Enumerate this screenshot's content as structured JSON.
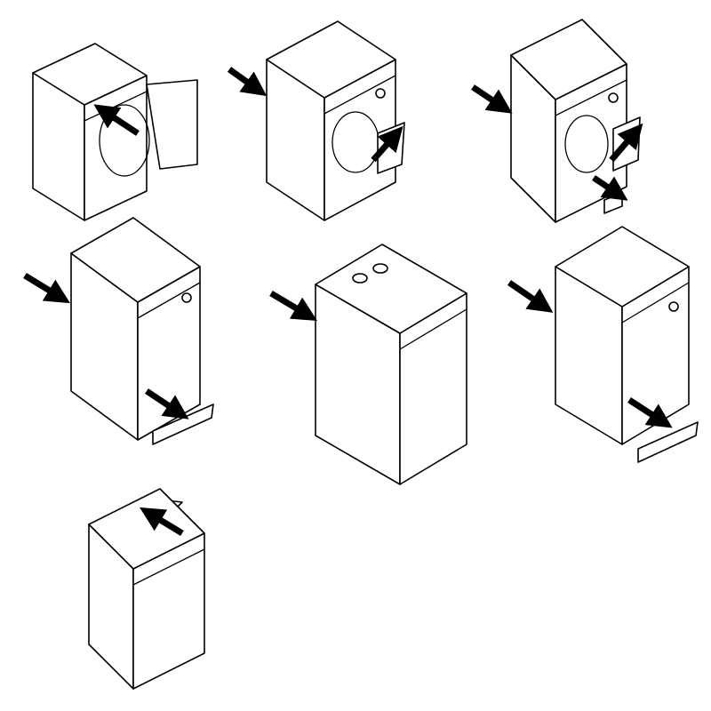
{
  "colors": {
    "line": "#000000",
    "background": "#ffffff",
    "arrow": "#000000"
  },
  "figures": [
    {
      "icon": "front-loader-open-door-icon",
      "arrows": 1
    },
    {
      "icon": "front-loader-door-icon",
      "arrows": 2
    },
    {
      "icon": "front-loader-door-filter-icon",
      "arrows": 3
    },
    {
      "icon": "front-loader-plinth-icon",
      "arrows": 2
    },
    {
      "icon": "top-panel-machine-icon",
      "arrows": 1
    },
    {
      "icon": "front-loader-plinth-icon",
      "arrows": 2
    },
    {
      "icon": "top-loader-open-lid-icon",
      "arrows": 1
    }
  ]
}
